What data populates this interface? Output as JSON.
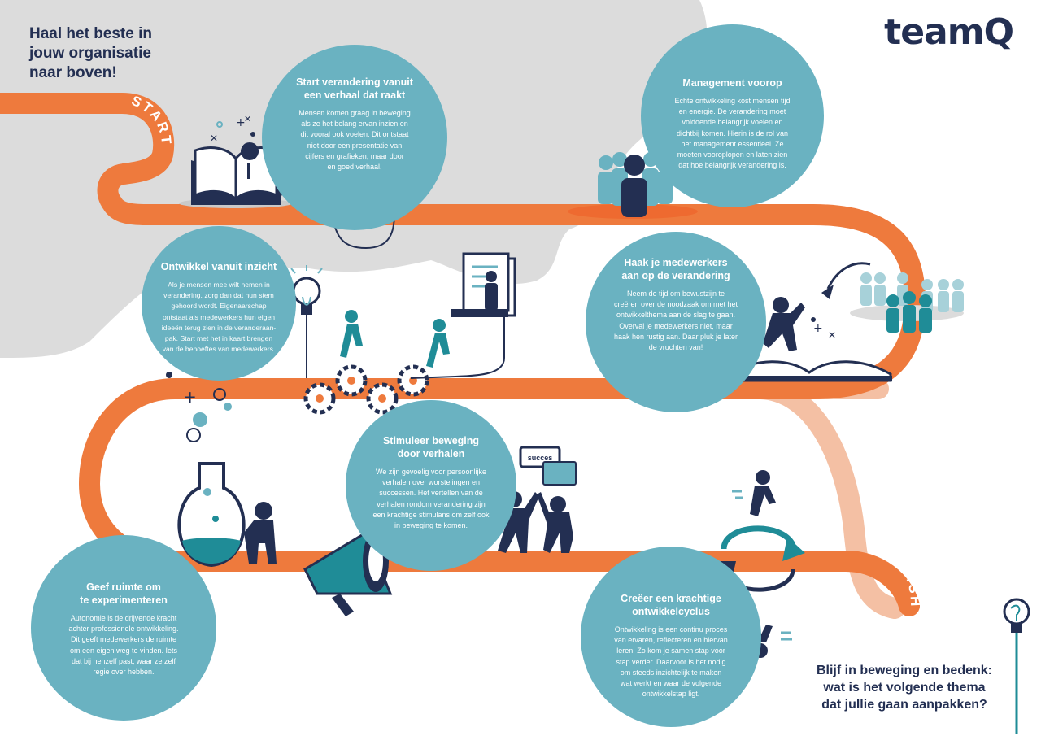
{
  "brand": {
    "logo_text": "teamQ",
    "navy": "#232f52",
    "teal": "#6ab2c1",
    "orange": "#ee7a3d",
    "peach": "#f4c0a4",
    "grey": "#dcdcdc"
  },
  "intro": {
    "line1": "Haal het beste in",
    "line2": "jouw organisatie",
    "line3": "naar boven!"
  },
  "path": {
    "start_label": "START",
    "finish_label": "FINISH"
  },
  "steps": [
    {
      "title_1": "Start verandering vanuit",
      "title_2": "een verhaal dat raakt",
      "body": [
        "Mensen komen graag in beweging",
        "als ze het belang ervan inzien en",
        "dit vooral ook voelen. Dit ontstaat",
        "niet door een presentatie van",
        "cijfers en grafieken, maar door",
        "en goed verhaal."
      ]
    },
    {
      "title_1": "Management voorop",
      "title_2": "",
      "body": [
        "Echte ontwikkeling kost mensen tijd",
        "en energie. De verandering moet",
        "voldoende belangrijk voelen en",
        "dichtbij komen. Hierin is de rol van",
        "het management essentieel. Ze",
        "moeten vooroplopen en laten zien",
        "dat hoe belangrijk verandering is."
      ]
    },
    {
      "title_1": "Ontwikkel vanuit inzicht",
      "title_2": "",
      "body": [
        "Als je mensen mee wilt nemen in",
        "verandering, zorg dan dat hun stem",
        "gehoord wordt. Eigenaarschap",
        "ontstaat als medewerkers hun eigen",
        "ideeën terug zien in de veranderaan-",
        "pak. Start met het in kaart brengen",
        "van de behoeftes van medewerkers."
      ]
    },
    {
      "title_1": "Haak je medewerkers",
      "title_2": "aan op de verandering",
      "body": [
        "Neem de tijd om bewustzijn te",
        "creëren over de noodzaak om met het",
        "ontwikkelthema aan de slag te gaan.",
        "Overval je medewerkers niet, maar",
        "haak hen rustig aan. Daar pluk je later",
        "de vruchten van!"
      ]
    },
    {
      "title_1": "Stimuleer beweging",
      "title_2": "door verhalen",
      "body": [
        "We zijn gevoelig voor persoonlijke",
        "verhalen over worstelingen en",
        "successen. Het vertellen van de",
        "verhalen rondom verandering zijn",
        "een krachtige stimulans om zelf ook",
        "in beweging te komen."
      ]
    },
    {
      "title_1": "Geef ruimte om",
      "title_2": "te experimenteren",
      "body": [
        "Autonomie is de drijvende kracht",
        "achter professionele ontwikkeling.",
        "Dit geeft medewerkers de ruimte",
        "om een eigen weg te vinden. Iets",
        "dat bij henzelf past, waar ze zelf",
        "regie over hebben."
      ]
    },
    {
      "title_1": "Creëer een krachtige",
      "title_2": "ontwikkelcyclus",
      "body": [
        "Ontwikkeling is een continu proces",
        "van ervaren, reflecteren en hiervan",
        "leren. Zo kom je samen stap voor",
        "stap verder. Daarvoor is het nodig",
        "om steeds inzichtelijk te maken",
        "wat werkt en waar de volgende",
        "ontwikkelstap ligt."
      ]
    }
  ],
  "speech_bubble": "succes",
  "closing": {
    "line1": "Blijf in beweging en bedenk:",
    "line2": "wat is het volgende thema",
    "line3": "dat jullie gaan aanpakken?"
  },
  "icons": [
    "open-book-with-pin-icon",
    "map-pin-icon",
    "team-leader-icon",
    "lightbulb-icon",
    "walking-people-icon",
    "gears-icon",
    "document-board-icon",
    "crowd-icon",
    "book-jump-icon",
    "flask-icon",
    "megaphone-icon",
    "high-five-icon",
    "cycle-arrows-icon",
    "lightbulb-finish-icon"
  ]
}
